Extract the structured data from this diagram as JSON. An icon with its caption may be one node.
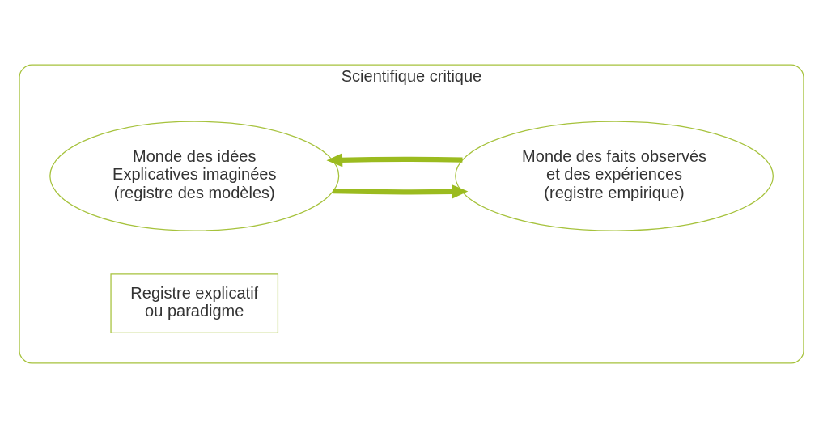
{
  "diagram": {
    "nodes": [
      {
        "text": [
          "Scientifique critique"
        ]
      },
      {
        "text": [
          "Monde des idées Explicatives imaginées (registre des modèles)"
        ],
        "in": 0
      },
      {
        "text": [
          "Monde des faits observés et des expériences (registre empirique)"
        ],
        "in": 0
      },
      {
        "text": [
          "Registre explicatif ou paradigme"
        ],
        "in": 0
      }
    ],
    "edges": [
      {
        "from": 1,
        "to": 2,
        "arrow": "to"
      },
      {
        "from": 2,
        "to": 1,
        "arrow": "to"
      }
    ]
  }
}
